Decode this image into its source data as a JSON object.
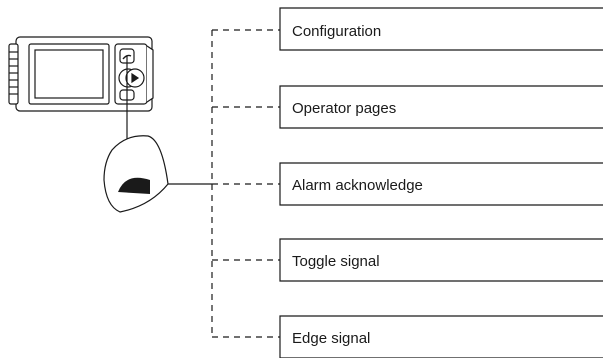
{
  "options": [
    {
      "label": "Configuration"
    },
    {
      "label": "Operator pages"
    },
    {
      "label": "Alarm acknowledge"
    },
    {
      "label": "Toggle signal"
    },
    {
      "label": "Edge signal"
    }
  ],
  "colors": {
    "line": "#1a1a1a",
    "background": "#ffffff",
    "text": "#1a1a1a"
  }
}
